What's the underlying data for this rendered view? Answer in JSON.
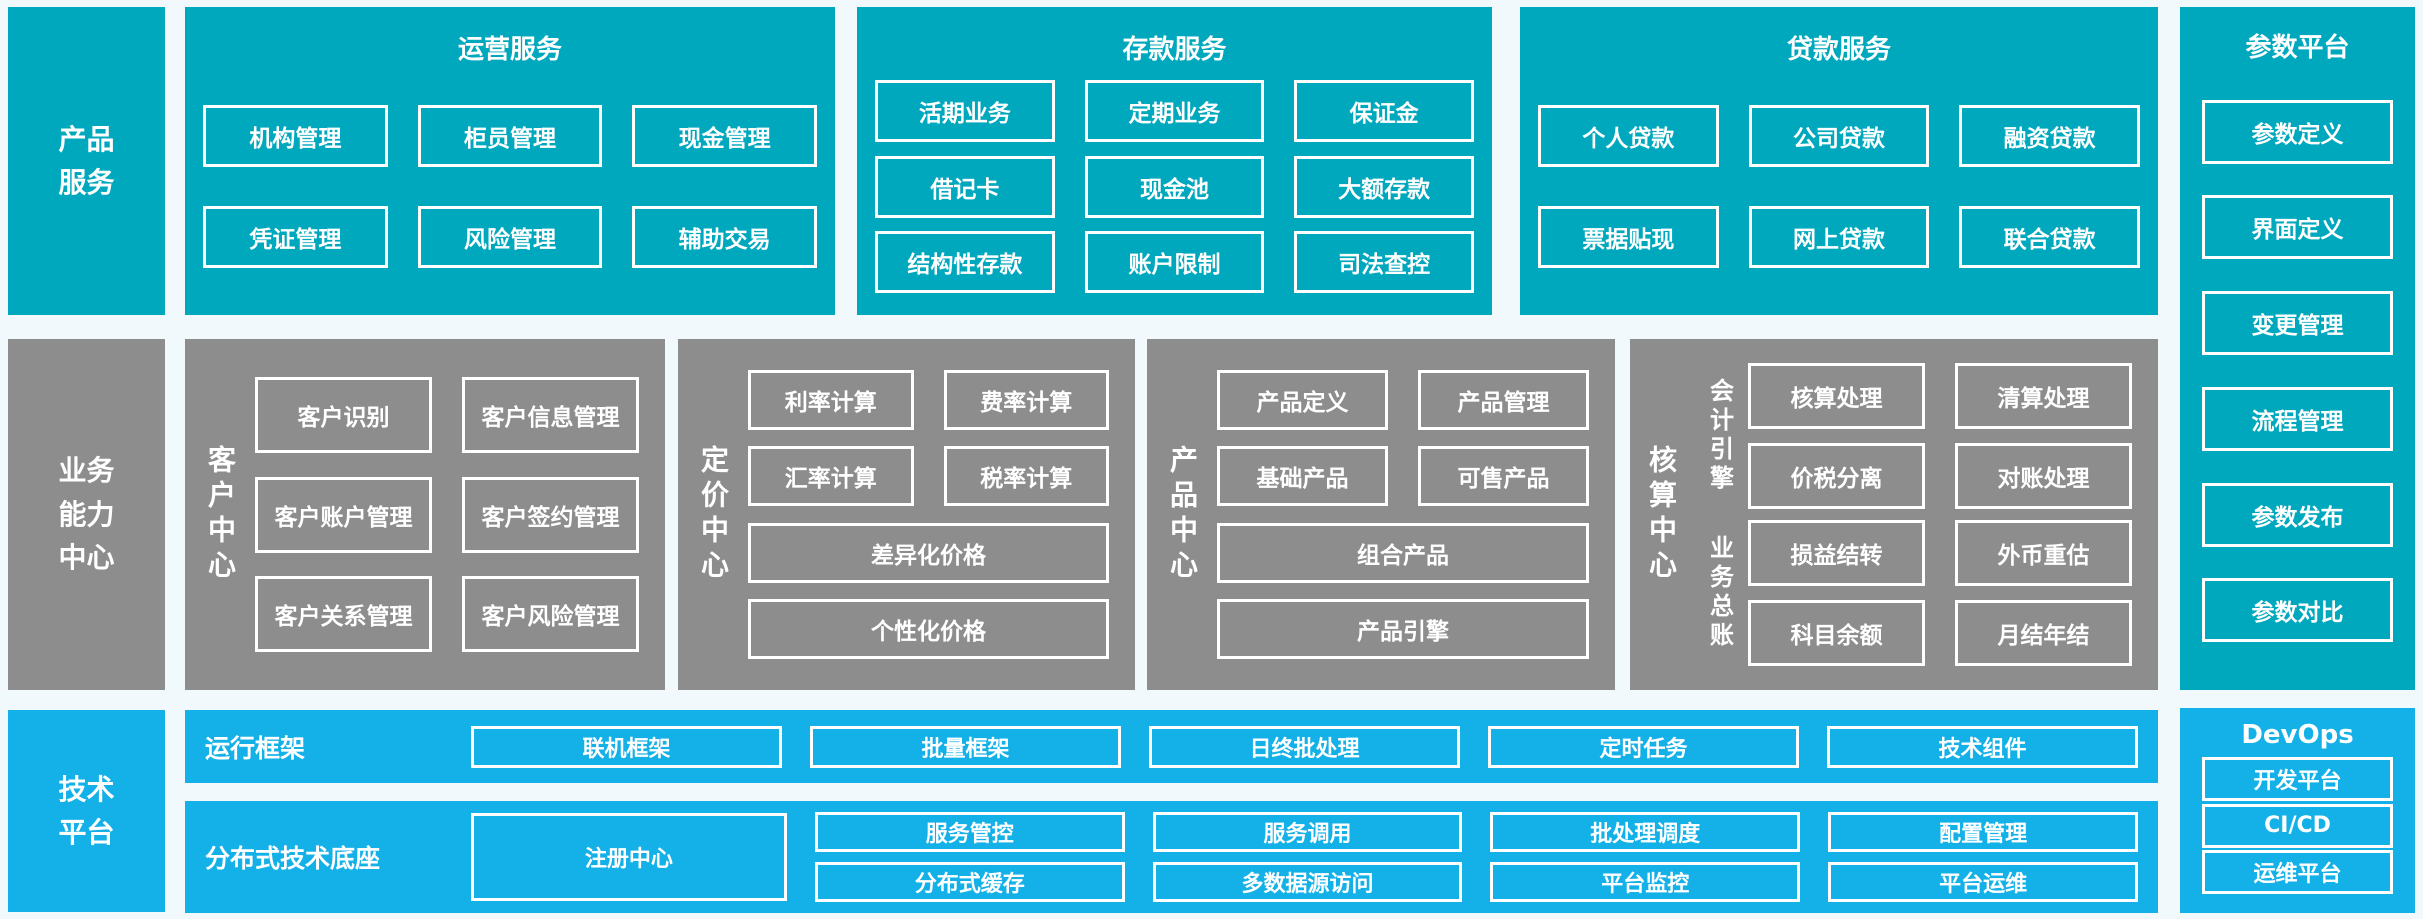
{
  "colors": {
    "teal": "#00a8bd",
    "gray": "#8d8d8d",
    "blue": "#14b1e8",
    "background": "#f2f9fc",
    "text": "#ffffff"
  },
  "rails": {
    "product_services": "产品服务",
    "business_capability": "业务能力中心",
    "tech_platform": "技术平台"
  },
  "top_blocks": [
    {
      "title": "运营服务",
      "rows": [
        [
          "机构管理",
          "柜员管理",
          "现金管理"
        ],
        [
          "凭证管理",
          "风险管理",
          "辅助交易"
        ]
      ]
    },
    {
      "title": "存款服务",
      "rows": [
        [
          "活期业务",
          "定期业务",
          "保证金"
        ],
        [
          "借记卡",
          "现金池",
          "大额存款"
        ],
        [
          "结构性存款",
          "账户限制",
          "司法查控"
        ]
      ]
    },
    {
      "title": "贷款服务",
      "rows": [
        [
          "个人贷款",
          "公司贷款",
          "融资贷款"
        ],
        [
          "票据贴现",
          "网上贷款",
          "联合贷款"
        ]
      ]
    }
  ],
  "param_platform": {
    "title": "参数平台",
    "items": [
      "参数定义",
      "界面定义",
      "变更管理",
      "流程管理",
      "参数发布",
      "参数对比"
    ]
  },
  "centers": [
    {
      "label": "客户中心",
      "grid": [
        [
          "客户识别",
          "客户信息管理"
        ],
        [
          "客户账户管理",
          "客户签约管理"
        ],
        [
          "客户关系管理",
          "客户风险管理"
        ]
      ]
    },
    {
      "label": "定价中心",
      "rows2": [
        [
          "利率计算",
          "费率计算"
        ],
        [
          "汇率计算",
          "税率计算"
        ]
      ],
      "wide": [
        "差异化价格",
        "个性化价格"
      ]
    },
    {
      "label": "产品中心",
      "rows2": [
        [
          "产品定义",
          "产品管理"
        ],
        [
          "基础产品",
          "可售产品"
        ]
      ],
      "wide": [
        "组合产品",
        "产品引擎"
      ]
    },
    {
      "label": "核算中心",
      "groups": [
        {
          "label": "会计引擎",
          "rows": [
            [
              "核算处理",
              "清算处理"
            ],
            [
              "价税分离",
              "对账处理"
            ]
          ]
        },
        {
          "label": "业务总账",
          "rows": [
            [
              "损益结转",
              "外币重估"
            ],
            [
              "科目余额",
              "月结年结"
            ]
          ]
        }
      ]
    }
  ],
  "tech": {
    "runtime": {
      "label": "运行框架",
      "items": [
        "联机框架",
        "批量框架",
        "日终批处理",
        "定时任务",
        "技术组件"
      ]
    },
    "distributed": {
      "label": "分布式技术底座",
      "registry": "注册中心",
      "columns": [
        [
          "服务管控",
          "分布式缓存"
        ],
        [
          "服务调用",
          "多数据源访问"
        ],
        [
          "批处理调度",
          "平台监控"
        ],
        [
          "配置管理",
          "平台运维"
        ]
      ]
    }
  },
  "devops": {
    "title": "DevOps",
    "items": [
      "开发平台",
      "CI/CD",
      "运维平台"
    ]
  }
}
